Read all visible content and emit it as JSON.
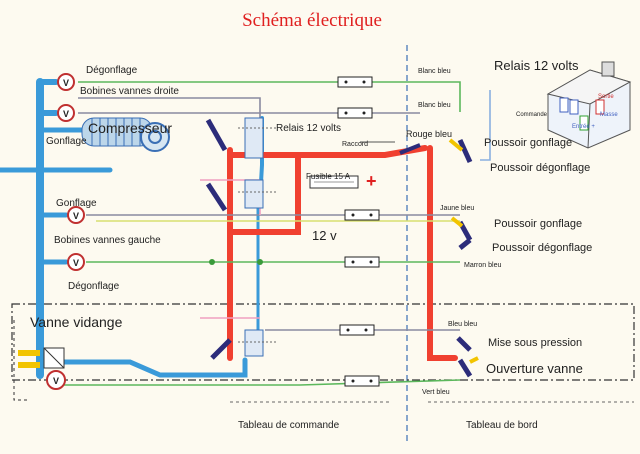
{
  "title": "Schéma électrique",
  "labels": {
    "degonflage_top": "Dégonflage",
    "bobines_droite": "Bobines vannes droite",
    "gonflage_top": "Gonflage",
    "compresseur": "Compresseur",
    "relais_center": "Relais 12 volts",
    "raccord": "Raccord",
    "fusible": "Fusible 15 A",
    "volts": "12 v",
    "gonflage_mid": "Gonflage",
    "bobines_gauche": "Bobines vannes gauche",
    "degonflage_mid": "Dégonflage",
    "vanne_vidange": "Vanne vidange",
    "relais_box": "Relais 12 volts",
    "commande": "Commande",
    "sortie": "Sortie",
    "masse": "Masse",
    "entree": "Entrée +",
    "blanc_bleu_1": "Blanc bleu",
    "blanc_bleu_2": "Blanc bleu",
    "rouge_bleu": "Rouge bleu",
    "jaune_bleu": "Jaune bleu",
    "marron_bleu": "Marron bleu",
    "bleu_bleu": "Bleu bleu",
    "vert_bleu": "Vert bleu",
    "poussoir_gonflage_1": "Poussoir gonflage",
    "poussoir_degonflage_1": "Poussoir dégonflage",
    "poussoir_gonflage_2": "Poussoir gonflage",
    "poussoir_degonflage_2": "Poussoir dégonflage",
    "mise_sous_pression": "Mise sous pression",
    "ouverture_vanne": "Ouverture  vanne",
    "tableau_commande": "Tableau de commande",
    "tableau_bord": "Tableau de bord",
    "voltmeter": "V",
    "plus": "+"
  },
  "colors": {
    "title": "#e02020",
    "red_wire": "#f04030",
    "blue_wire": "#3a9ad9",
    "green_wire": "#5cb85c",
    "grey_wire": "#8a8aa0",
    "pink_wire": "#f0a0c0",
    "switch_navy": "#2c2c7a",
    "switch_yellow": "#f2c400",
    "dashed": "#444"
  },
  "icons": [
    "voltmeter-icon",
    "connector-icon",
    "switch-icon",
    "relay-box-icon",
    "fuse-icon"
  ]
}
